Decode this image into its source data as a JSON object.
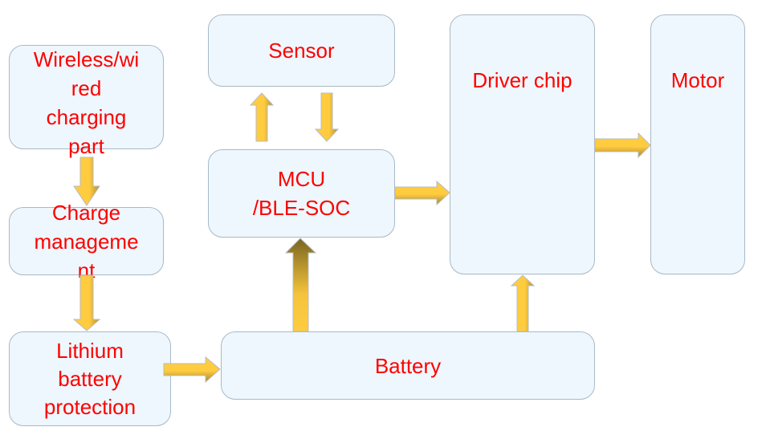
{
  "diagram": {
    "type": "block-diagram",
    "colors": {
      "box_fill": "#edf7fd",
      "box_border": "#a9b9c6",
      "text": "#ff0000",
      "arrow_fill": "#ffcc40",
      "arrow_shade": "#8a6d1f"
    },
    "nodes": {
      "wireless": {
        "label": "Wireless/wi\nred\ncharging\npart"
      },
      "charge": {
        "label": "Charge\nmanageme\nnt"
      },
      "lithium": {
        "label": "Lithium\nbattery\nprotection"
      },
      "sensor": {
        "label": "Sensor"
      },
      "mcu": {
        "label": "MCU\n/BLE-SOC"
      },
      "driver": {
        "label": "Driver chip"
      },
      "motor": {
        "label": "Motor"
      },
      "battery": {
        "label": "Battery"
      }
    },
    "edges": [
      {
        "from": "wireless",
        "to": "charge"
      },
      {
        "from": "charge",
        "to": "lithium"
      },
      {
        "from": "lithium",
        "to": "battery"
      },
      {
        "from": "battery",
        "to": "mcu"
      },
      {
        "from": "battery",
        "to": "driver"
      },
      {
        "from": "mcu",
        "to": "sensor"
      },
      {
        "from": "sensor",
        "to": "mcu"
      },
      {
        "from": "mcu",
        "to": "driver"
      },
      {
        "from": "driver",
        "to": "motor"
      }
    ]
  }
}
